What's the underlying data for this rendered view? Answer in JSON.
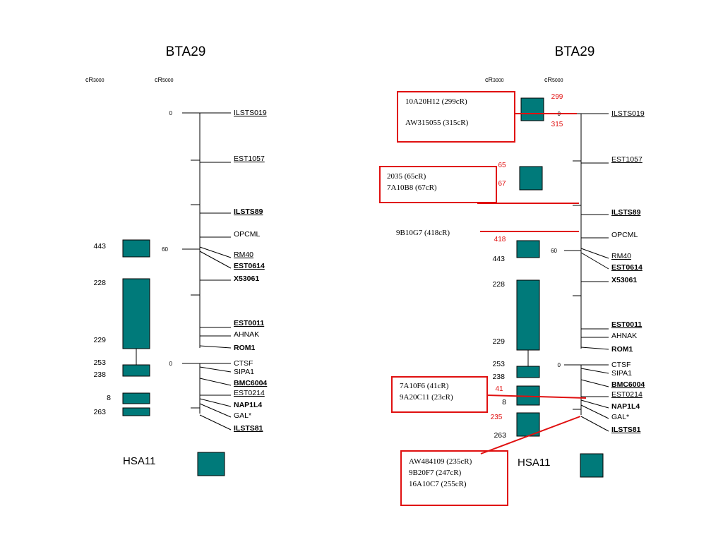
{
  "left_panel": {
    "title": "BTA29",
    "cr3000": {
      "base": "cR",
      "sub": "3000"
    },
    "cr5000": {
      "base": "cR",
      "sub": "5000"
    },
    "markers": [
      {
        "label": "ILSTS019",
        "underline": true,
        "bold": false
      },
      {
        "label": "EST1057",
        "underline": true,
        "bold": false
      },
      {
        "label": "ILSTS89",
        "underline": true,
        "bold": true
      },
      {
        "label": "OPCML",
        "underline": false,
        "bold": false
      },
      {
        "label": "RM40",
        "underline": true,
        "bold": false
      },
      {
        "label": "EST0614",
        "underline": true,
        "bold": true
      },
      {
        "label": "X53061",
        "underline": false,
        "bold": true
      },
      {
        "label": "EST0011",
        "underline": true,
        "bold": true
      },
      {
        "label": "AHNAK",
        "underline": false,
        "bold": false
      },
      {
        "label": "ROM1",
        "underline": false,
        "bold": true
      },
      {
        "label": "CTSF",
        "underline": false,
        "bold": false
      },
      {
        "label": "SIPA1",
        "underline": false,
        "bold": false
      },
      {
        "label": "BMC6004",
        "underline": true,
        "bold": true
      },
      {
        "label": "EST0214",
        "underline": true,
        "bold": false
      },
      {
        "label": "NAP1L4",
        "underline": false,
        "bold": true
      },
      {
        "label": "GAL*",
        "underline": false,
        "bold": false
      },
      {
        "label": "ILSTS81",
        "underline": true,
        "bold": true
      }
    ],
    "ticks": [
      "0",
      "60",
      "0"
    ],
    "block_values": [
      "443",
      "228",
      "229",
      "253",
      "238",
      "8",
      "263"
    ],
    "hsa_label": "HSA11"
  },
  "right_panel": {
    "title": "BTA29",
    "cr3000": {
      "base": "cR",
      "sub": "3000"
    },
    "cr5000": {
      "base": "cR",
      "sub": "5000"
    },
    "markers": [
      {
        "label": "ILSTS019",
        "underline": true,
        "bold": false
      },
      {
        "label": "EST1057",
        "underline": true,
        "bold": false
      },
      {
        "label": "ILSTS89",
        "underline": true,
        "bold": true
      },
      {
        "label": "OPCML",
        "underline": false,
        "bold": false
      },
      {
        "label": "RM40",
        "underline": true,
        "bold": false
      },
      {
        "label": "EST0614",
        "underline": true,
        "bold": true
      },
      {
        "label": "X53061",
        "underline": false,
        "bold": true
      },
      {
        "label": "EST0011",
        "underline": true,
        "bold": true
      },
      {
        "label": "AHNAK",
        "underline": false,
        "bold": false
      },
      {
        "label": "ROM1",
        "underline": false,
        "bold": true
      },
      {
        "label": "CTSF",
        "underline": false,
        "bold": false
      },
      {
        "label": "SIPA1",
        "underline": false,
        "bold": false
      },
      {
        "label": "BMC6004",
        "underline": true,
        "bold": true
      },
      {
        "label": "EST0214",
        "underline": true,
        "bold": false
      },
      {
        "label": "NAP1L4",
        "underline": false,
        "bold": true
      },
      {
        "label": "GAL*",
        "underline": false,
        "bold": false
      },
      {
        "label": "ILSTS81",
        "underline": true,
        "bold": true
      }
    ],
    "ticks": [
      "0",
      "60",
      "0"
    ],
    "block_values": [
      "443",
      "228",
      "229",
      "253",
      "238",
      "8",
      "263"
    ],
    "red_values": [
      "299",
      "315",
      "65",
      "67",
      "418",
      "41",
      "235"
    ],
    "boxes": [
      {
        "lines": [
          "10A20H12 (299cR)",
          "AW315055 (315cR)"
        ]
      },
      {
        "lines": [
          "2035 (65cR)",
          "7A10B8 (67cR)"
        ]
      },
      {
        "lines": [
          "9B10G7 (418cR)"
        ]
      },
      {
        "lines": [
          "7A10F6 (41cR)",
          "9A20C11 (23cR)"
        ]
      },
      {
        "lines": [
          "AW484109 (235cR)",
          "9B20F7 (247cR)",
          "16A10C7 (255cR)"
        ]
      }
    ],
    "hsa_label": "HSA11"
  },
  "colors": {
    "block": "#007a7a",
    "highlight": "#e01010",
    "line": "#000000"
  }
}
